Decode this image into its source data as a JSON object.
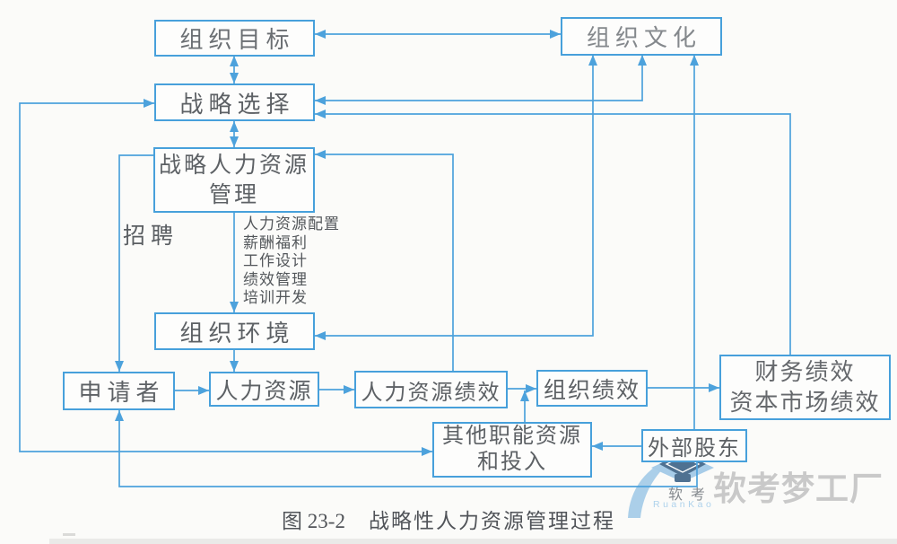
{
  "figure": {
    "caption_label": "图 23-2",
    "caption_title": "战略性人力资源管理过程"
  },
  "boxes": {
    "org_goals": "组织目标",
    "org_culture": "组织文化",
    "strategy_choice": "战略选择",
    "strategic_hrm": "战略人力资源\n管理",
    "org_environment": "组织环境",
    "applicants": "申请者",
    "human_resources": "人力资源",
    "hr_performance": "人力资源绩效",
    "org_performance": "组织绩效",
    "financial_performance": "财务绩效\n资本市场绩效",
    "other_functional_inputs": "其他职能资源\n和投入",
    "external_shareholders": "外部股东"
  },
  "labels": {
    "recruitment": "招聘",
    "practices": [
      "人力资源配置",
      "薪酬福利",
      "工作设计",
      "绩效管理",
      "培训开发"
    ]
  },
  "watermark": {
    "brand": "软考梦工厂",
    "logo_cn": "软考",
    "logo_en": "RuanKao"
  },
  "colors": {
    "line_blue": "#4da2dc",
    "box_border_blue": "#47a0db",
    "text_gray": "#5d6165",
    "watermark_gray": "#c9c9c9"
  }
}
